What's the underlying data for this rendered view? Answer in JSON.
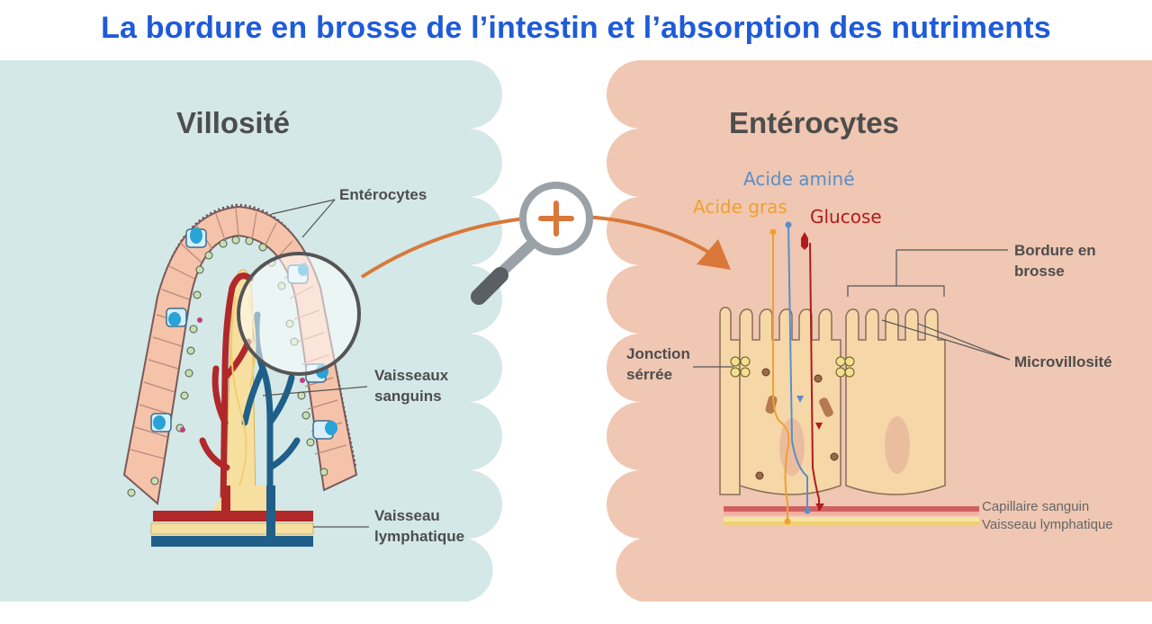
{
  "title": "La bordure en brosse de l’intestin et l’absorption des nutriments",
  "colors": {
    "title": "#1f5bd8",
    "left_panel": "#d3e8e7",
    "right_panel": "#efc7b2",
    "arrow": "#d9783a",
    "fatty_acid": "#f0a030",
    "amino_acid": "#5b8ec8",
    "glucose": "#b01c1c"
  },
  "left_panel": {
    "title": "Villosité",
    "labels": {
      "enterocytes": "Entérocytes",
      "blood_vessels": [
        "Vaisseaux",
        "sanguins"
      ],
      "lymph_vessel": [
        "Vaisseau",
        "lymphatique"
      ]
    }
  },
  "right_panel": {
    "title": "Entérocytes",
    "nutrients": {
      "amino_acid": "Acide aminé",
      "fatty_acid": "Acide gras",
      "glucose": "Glucose"
    },
    "labels": {
      "brush_border": [
        "Bordure en",
        "brosse"
      ],
      "microvilli": "Microvillosité",
      "tight_junction": [
        "Jonction",
        "sérrée"
      ],
      "capillary": "Capillaire sanguin",
      "lymph_vessel": "Vaisseau lymphatique"
    }
  },
  "icons": [
    "magnifier-icon",
    "plus-icon"
  ]
}
